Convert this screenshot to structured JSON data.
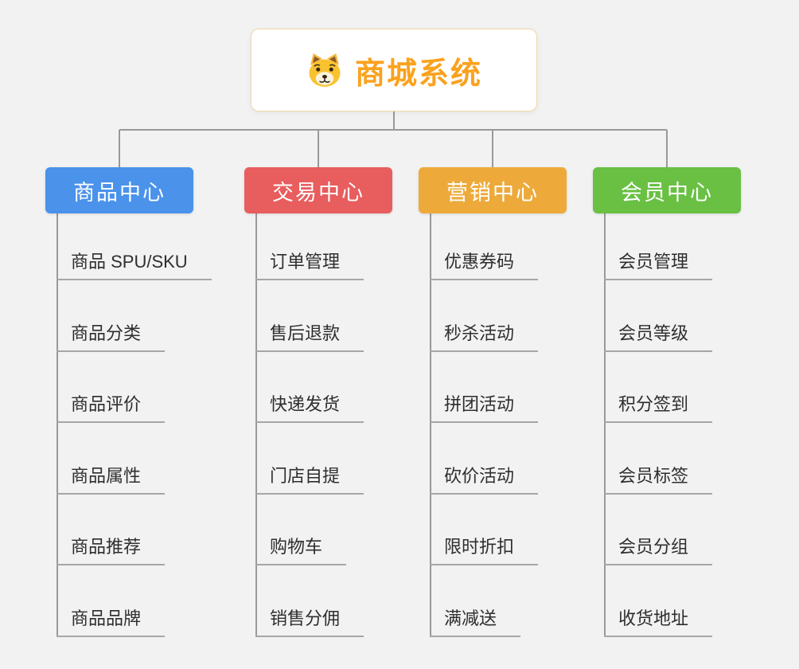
{
  "root": {
    "title": "商城系统",
    "icon": "dog-face-icon"
  },
  "branches": [
    {
      "label": "商品中心",
      "color": "#4a92ea",
      "children": [
        "商品 SPU/SKU",
        "商品分类",
        "商品评价",
        "商品属性",
        "商品推荐",
        "商品品牌"
      ]
    },
    {
      "label": "交易中心",
      "color": "#e85d5d",
      "children": [
        "订单管理",
        "售后退款",
        "快递发货",
        "门店自提",
        "购物车",
        "销售分佣"
      ]
    },
    {
      "label": "营销中心",
      "color": "#edaa3a",
      "children": [
        "优惠券码",
        "秒杀活动",
        "拼团活动",
        "砍价活动",
        "限时折扣",
        "满减送"
      ]
    },
    {
      "label": "会员中心",
      "color": "#69c043",
      "children": [
        "会员管理",
        "会员等级",
        "积分签到",
        "会员标签",
        "会员分组",
        "收货地址"
      ]
    }
  ],
  "colors": {
    "root_text": "#faa21e",
    "root_border": "#f3d7a7",
    "connector_line": "#999999",
    "child_underline": "#a6a6a6",
    "background": "#f2f2f2"
  }
}
